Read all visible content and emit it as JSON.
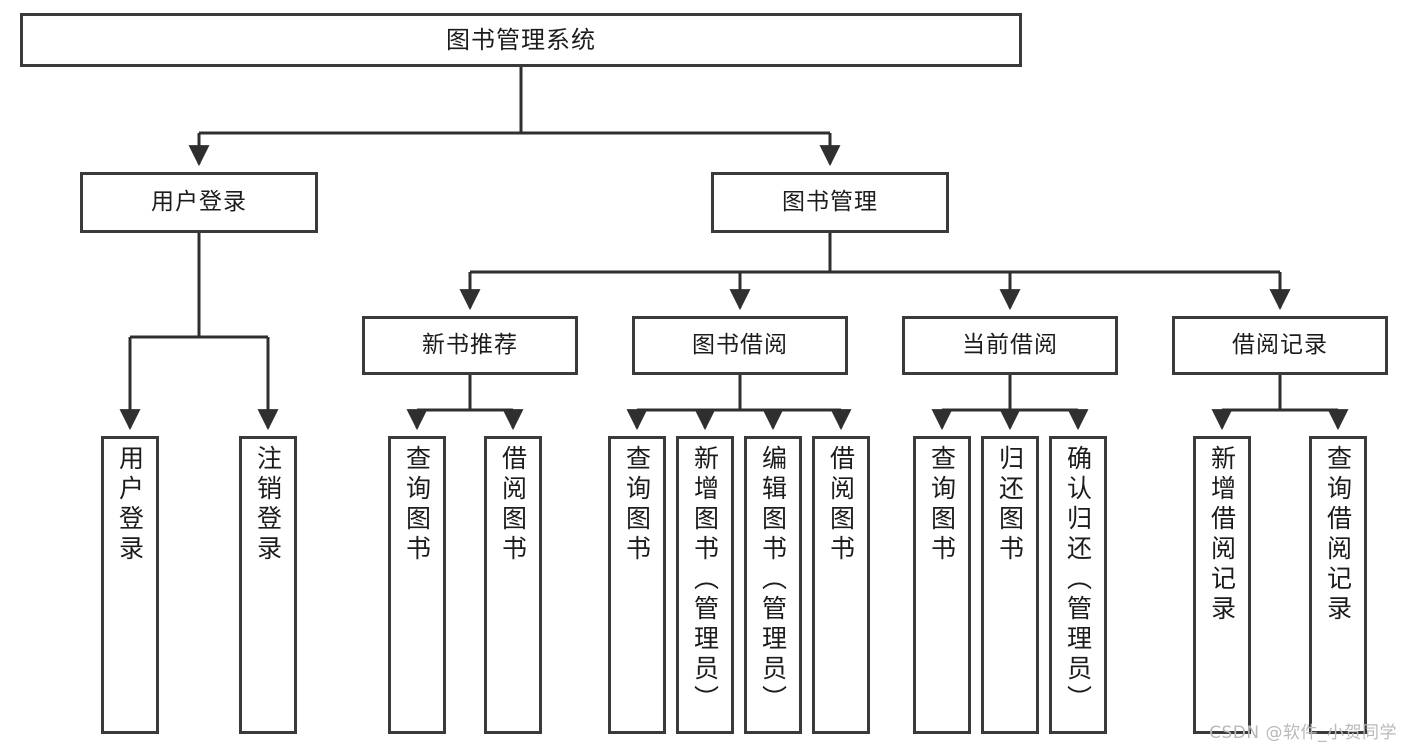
{
  "diagram": {
    "title": "图书管理系统",
    "type": "tree",
    "colors": {
      "border": "#3a3a3a",
      "fill": "#ffffff",
      "line": "#2f2f2f",
      "text": "#1c1c1c",
      "watermark": "#b9b9b9"
    }
  },
  "nodes": {
    "root": {
      "label": "图书管理系统"
    },
    "level2": [
      {
        "label": "用户登录"
      },
      {
        "label": "图书管理"
      }
    ],
    "level3": [
      {
        "label": "新书推荐"
      },
      {
        "label": "图书借阅"
      },
      {
        "label": "当前借阅"
      },
      {
        "label": "借阅记录"
      }
    ],
    "leaves_user_login": [
      {
        "label": "用户登录"
      },
      {
        "label": "注销登录"
      }
    ],
    "leaves_new_book": [
      {
        "label": "查询图书"
      },
      {
        "label": "借阅图书"
      }
    ],
    "leaves_borrow": [
      {
        "label": "查询图书"
      },
      {
        "label": "新增图书（管理员）"
      },
      {
        "label": "编辑图书（管理员）"
      },
      {
        "label": "借阅图书"
      }
    ],
    "leaves_current": [
      {
        "label": "查询图书"
      },
      {
        "label": "归还图书"
      },
      {
        "label": "确认归还（管理员）"
      }
    ],
    "leaves_records": [
      {
        "label": "新增借阅记录"
      },
      {
        "label": "查询借阅记录"
      }
    ]
  },
  "watermark": {
    "text": "CSDN @软件_小贺同学"
  }
}
